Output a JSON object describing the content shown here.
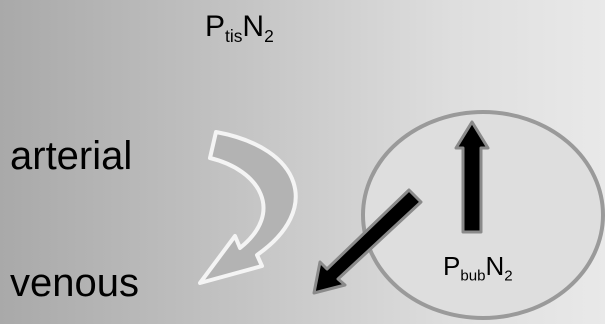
{
  "labels": {
    "tissue_p": "P",
    "tissue_sub": "tis",
    "tissue_gas": "N",
    "tissue_gas_sub": "2",
    "arterial": "arterial",
    "venous": "venous",
    "bubble_p": "P",
    "bubble_sub": "bub",
    "bubble_gas": "N",
    "bubble_gas_sub": "2"
  },
  "colors": {
    "bubble_fill": "#dedede",
    "bubble_stroke": "#9a9a9a",
    "flow_arrow_fill": "#b3b3b3",
    "flow_arrow_stroke": "#f4f4f4",
    "gas_arrow_fill": "#000000",
    "gas_arrow_stroke": "#8a8a8a"
  }
}
